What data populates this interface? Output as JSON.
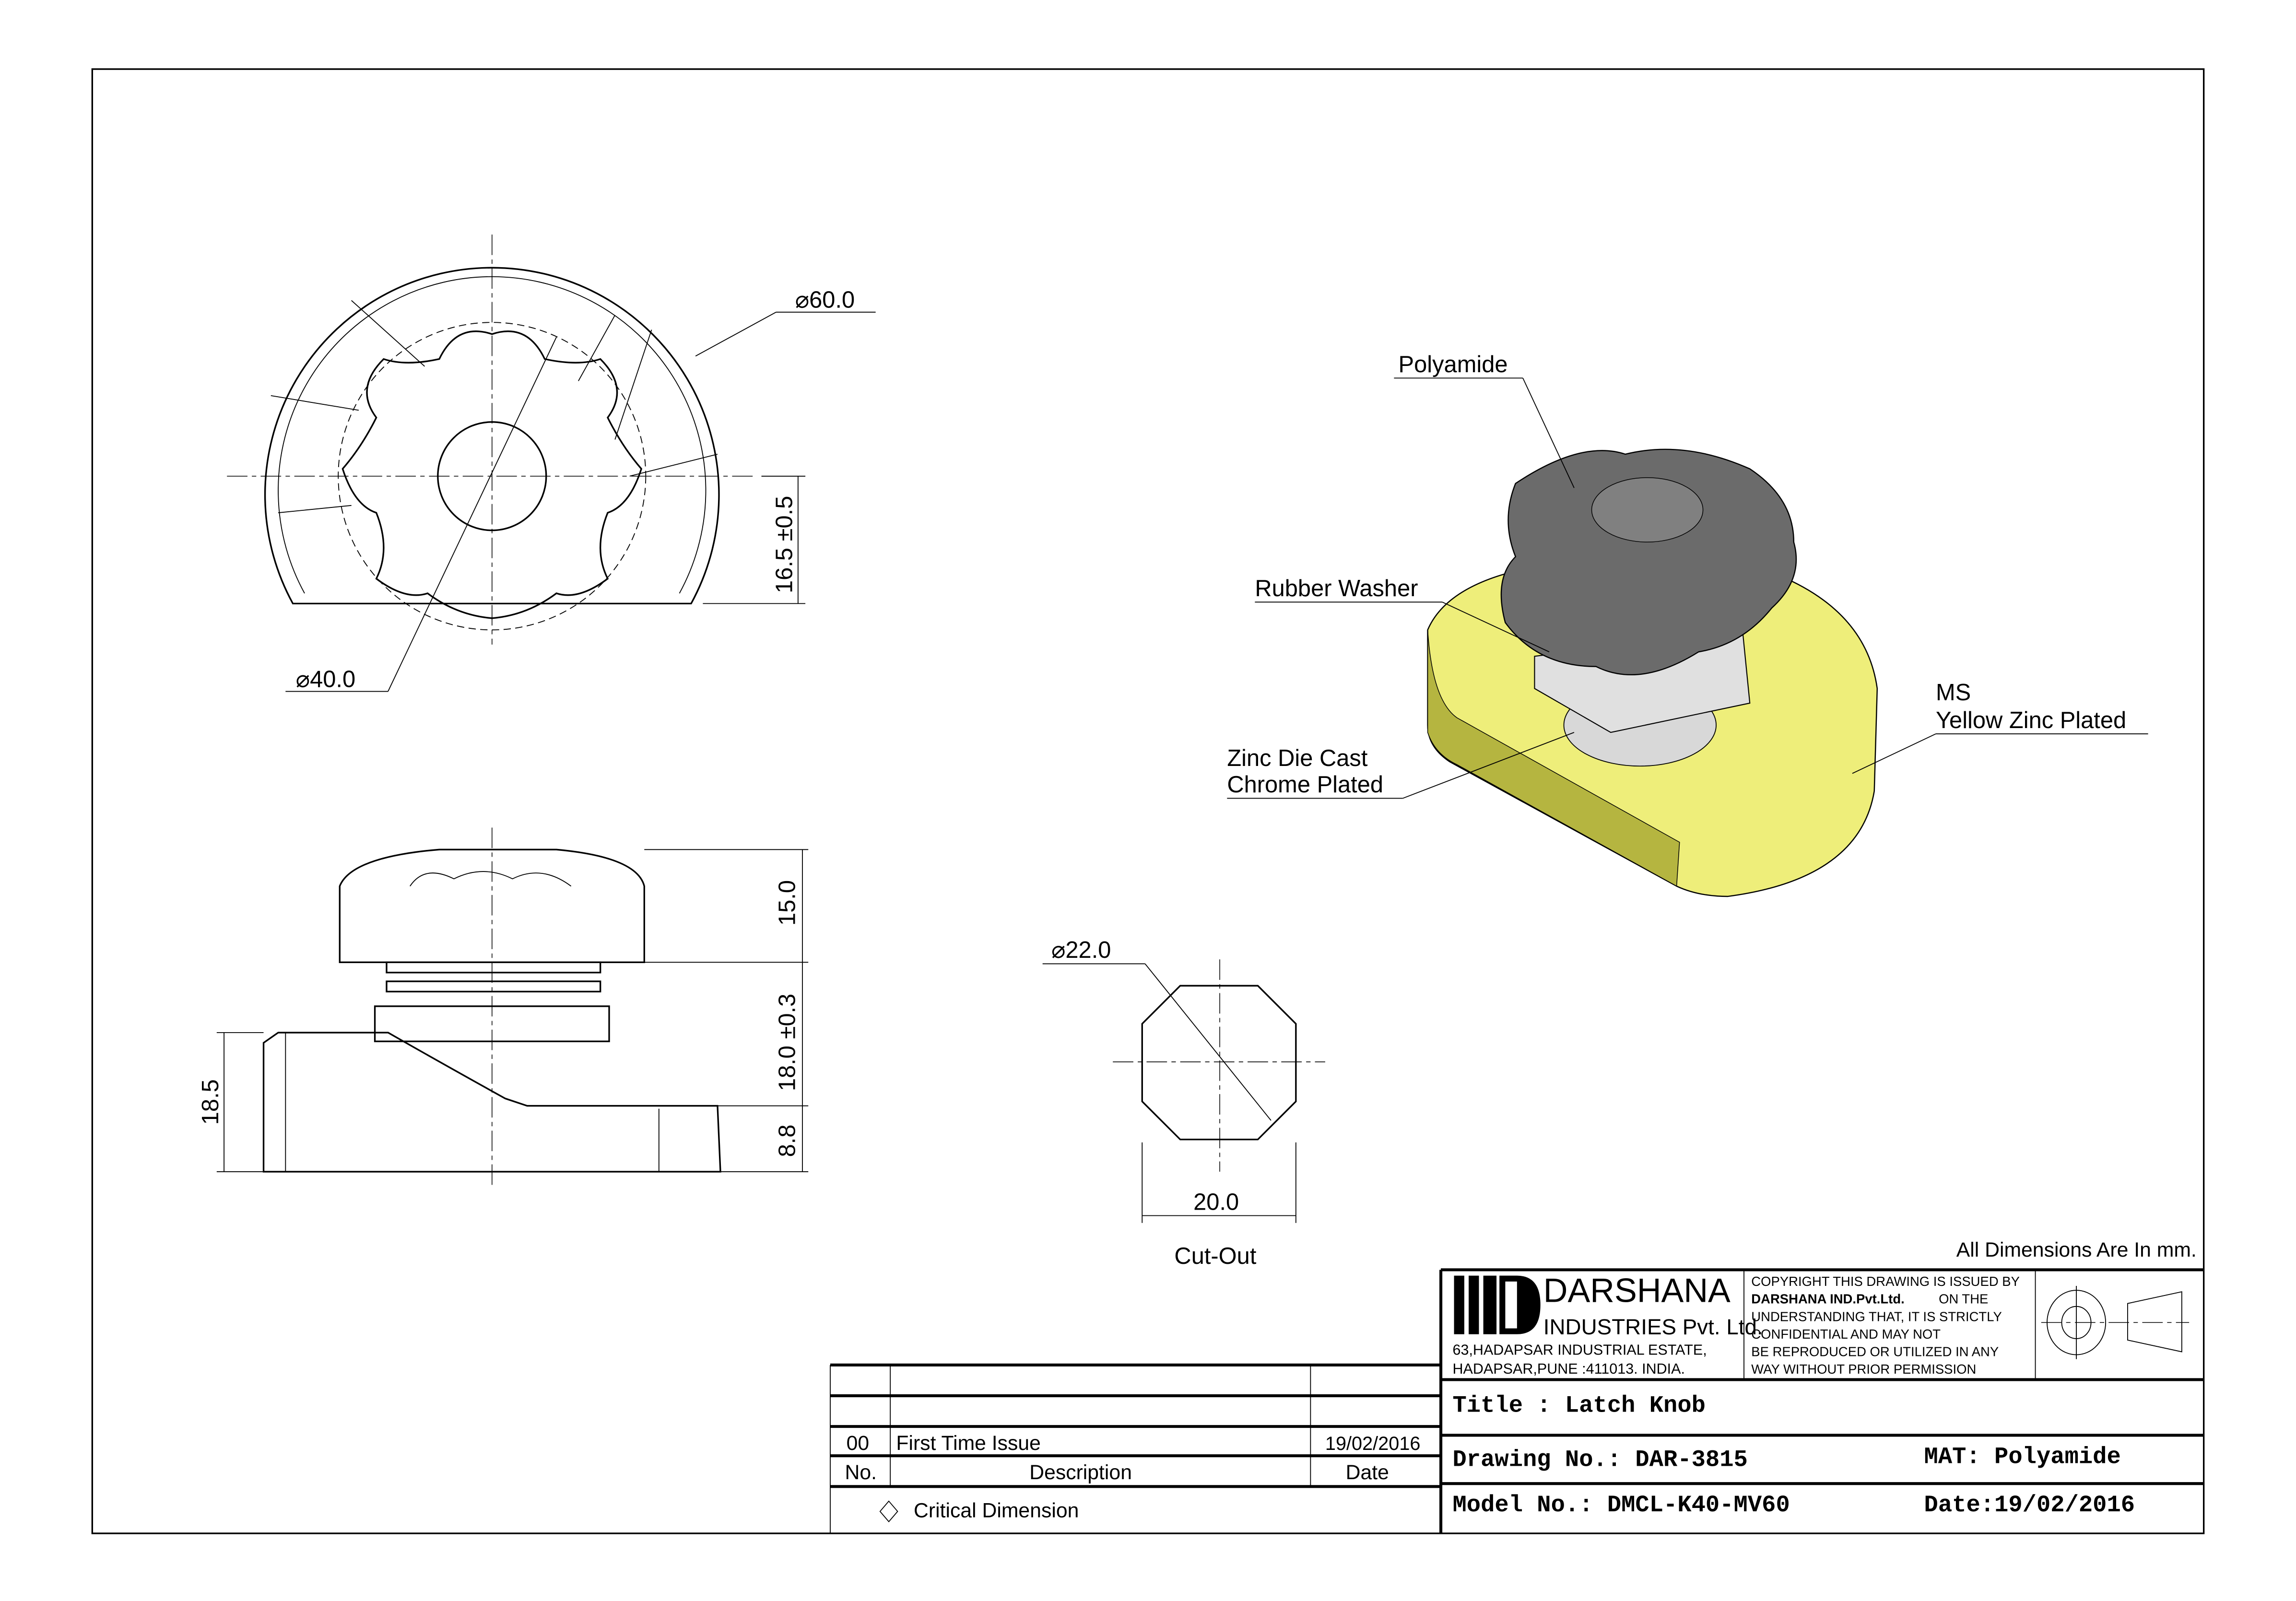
{
  "front_view": {
    "dia_outer": "60.0",
    "dia_inner": "40.0",
    "height": "16.5 ±0.5",
    "dia_symbol": "⌀"
  },
  "side_view": {
    "knob_height": "15.0",
    "total": "18.0 ±0.3",
    "base": "8.8",
    "base_height": "18.5"
  },
  "cutout": {
    "dia": "22.0",
    "width": "20.0",
    "label": "Cut-Out"
  },
  "callouts": {
    "knob": "Polyamide",
    "washer": "Rubber Washer",
    "nut_line1": "Zinc Die Cast",
    "nut_line2": "Chrome Plated",
    "base_line1": "MS",
    "base_line2": "Yellow Zinc Plated"
  },
  "colors": {
    "base_yellow": "#eeee7a",
    "knob_gray": "#6b6b6b"
  },
  "note": "All Dimensions Are In mm.",
  "company": {
    "name": "DARSHANA",
    "sub": "INDUSTRIES Pvt. Ltd.",
    "address1": "63,HADAPSAR INDUSTRIAL ESTATE,",
    "address2": "HADAPSAR,PUNE :411013. INDIA."
  },
  "copyright": [
    "COPYRIGHT THIS DRAWING IS ISSUED BY",
    "DARSHANA IND.Pvt.Ltd.",
    "ON THE",
    "UNDERSTANDING THAT, IT IS STRICTLY",
    "CONFIDENTIAL AND MAY NOT",
    "BE REPRODUCED OR UTILIZED IN ANY",
    "WAY WITHOUT PRIOR PERMISSION"
  ],
  "title_block": {
    "title": "Title : Latch Knob",
    "drawing_no": "Drawing No.: DAR-3815",
    "mat": "MAT: Polyamide",
    "model_no": "Model No.: DMCL-K40-MV60",
    "date": "Date:19/02/2016"
  },
  "revisions": {
    "rows": [
      {
        "no": "00",
        "desc": "First Time Issue",
        "date": "19/02/2016"
      }
    ],
    "headers": {
      "no": "No.",
      "desc": "Description",
      "date": "Date"
    },
    "critical": "Critical Dimension"
  }
}
